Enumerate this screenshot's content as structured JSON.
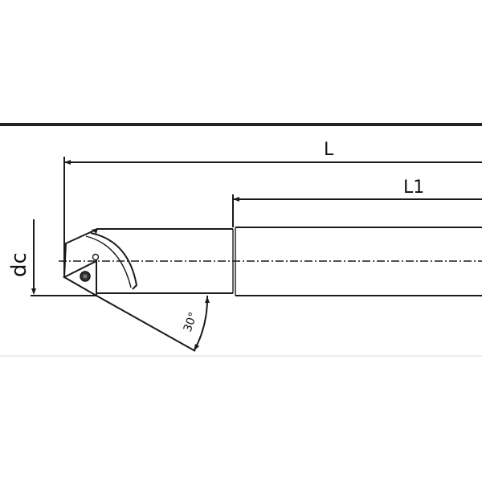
{
  "drawing": {
    "labels": {
      "overall_length": "L",
      "shank_length": "L1",
      "cutting_diameter": "dc",
      "angle": "30°"
    },
    "line_color": "#1a1a1a",
    "frame_color": "#222222"
  }
}
